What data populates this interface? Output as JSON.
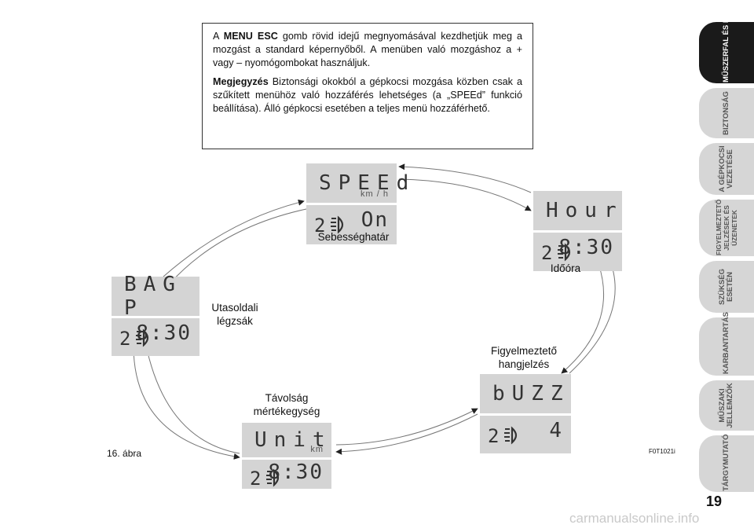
{
  "note": {
    "p1_prefix": "A",
    "p1_bold": "MENU ESC",
    "p1_text": "gomb rövid idejű megnyomásával kezdhetjük meg a mozgást a standard képernyőből. A menüben való mozgáshoz a + vagy – nyomógombokat használjuk.",
    "p2_bold": "Megjegyzés",
    "p2_text": "Biztonsági okokból a gépkocsi mozgása közben csak a szűkített menühöz való hozzáférés lehetséges (a „SPEEd” funkció beállítása). Álló gépkocsi esetében a teljes menü hozzáférhető."
  },
  "displays": {
    "speed": {
      "top": "SPEEd",
      "unit": "km / h",
      "value": "On",
      "label": "Sebességhatár",
      "icon": "headlight-icon"
    },
    "hour": {
      "top": "Hour",
      "value": "8:30",
      "label": "Időóra",
      "icon": "headlight-icon"
    },
    "bag": {
      "top": "BAG P",
      "value": "8:30",
      "label": "Utasoldali légzsák",
      "icon": "headlight-icon"
    },
    "buzz": {
      "top": "bUZZ",
      "value": "4",
      "label": "Figyelmeztető hangjelzés",
      "icon": "headlight-icon"
    },
    "unit": {
      "top": "Unit",
      "unit": "km",
      "value": "8:30",
      "label": "Távolság mértékegység",
      "icon": "headlight-icon"
    }
  },
  "bottom_digit": "2",
  "figure_label": "16. ábra",
  "figure_code": "F0T1021i",
  "page_number": "19",
  "watermark": "carmanualsonline.info",
  "tabs": [
    {
      "label": "MŰSZERFAL ÉS KEZELŐSZERVEK",
      "active": true
    },
    {
      "label": "BIZTONSÁG",
      "active": false
    },
    {
      "label": "A GÉPKOCSI VEZETÉSE",
      "active": false
    },
    {
      "label": "FIGYELMEZTETŐ JELZÉSEK ÉS ÜZENETEK",
      "active": false
    },
    {
      "label": "SZÜKSÉG ESETÉN",
      "active": false
    },
    {
      "label": "KARBANTARTÁS",
      "active": false
    },
    {
      "label": "MŰSZAKI JELLEMZŐK",
      "active": false
    },
    {
      "label": "TÁRGYMUTATÓ",
      "active": false
    }
  ]
}
